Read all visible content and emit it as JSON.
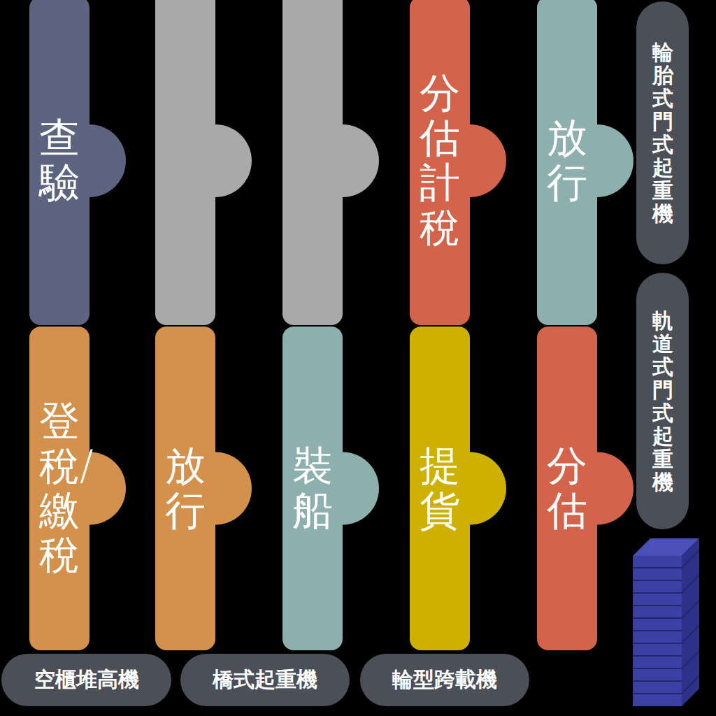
{
  "diagram": {
    "nodes": [
      {
        "text": [
          "查驗"
        ]
      },
      {
        "text": [
          "分估計稅"
        ]
      },
      {
        "text": [
          "放行"
        ]
      },
      {
        "text": [
          "輪胎式門式起重機"
        ]
      },
      {
        "text": [
          "登稅/繳稅"
        ]
      },
      {
        "text": [
          "放行"
        ]
      },
      {
        "text": [
          "裝船"
        ]
      },
      {
        "text": [
          "提貨"
        ]
      },
      {
        "text": [
          "分估"
        ]
      },
      {
        "text": [
          "軌道式門式起重機"
        ]
      },
      {
        "text": [
          "空櫃堆高機"
        ]
      },
      {
        "text": [
          "橋式起重機"
        ]
      },
      {
        "text": [
          "輪型跨載機"
        ]
      }
    ]
  }
}
